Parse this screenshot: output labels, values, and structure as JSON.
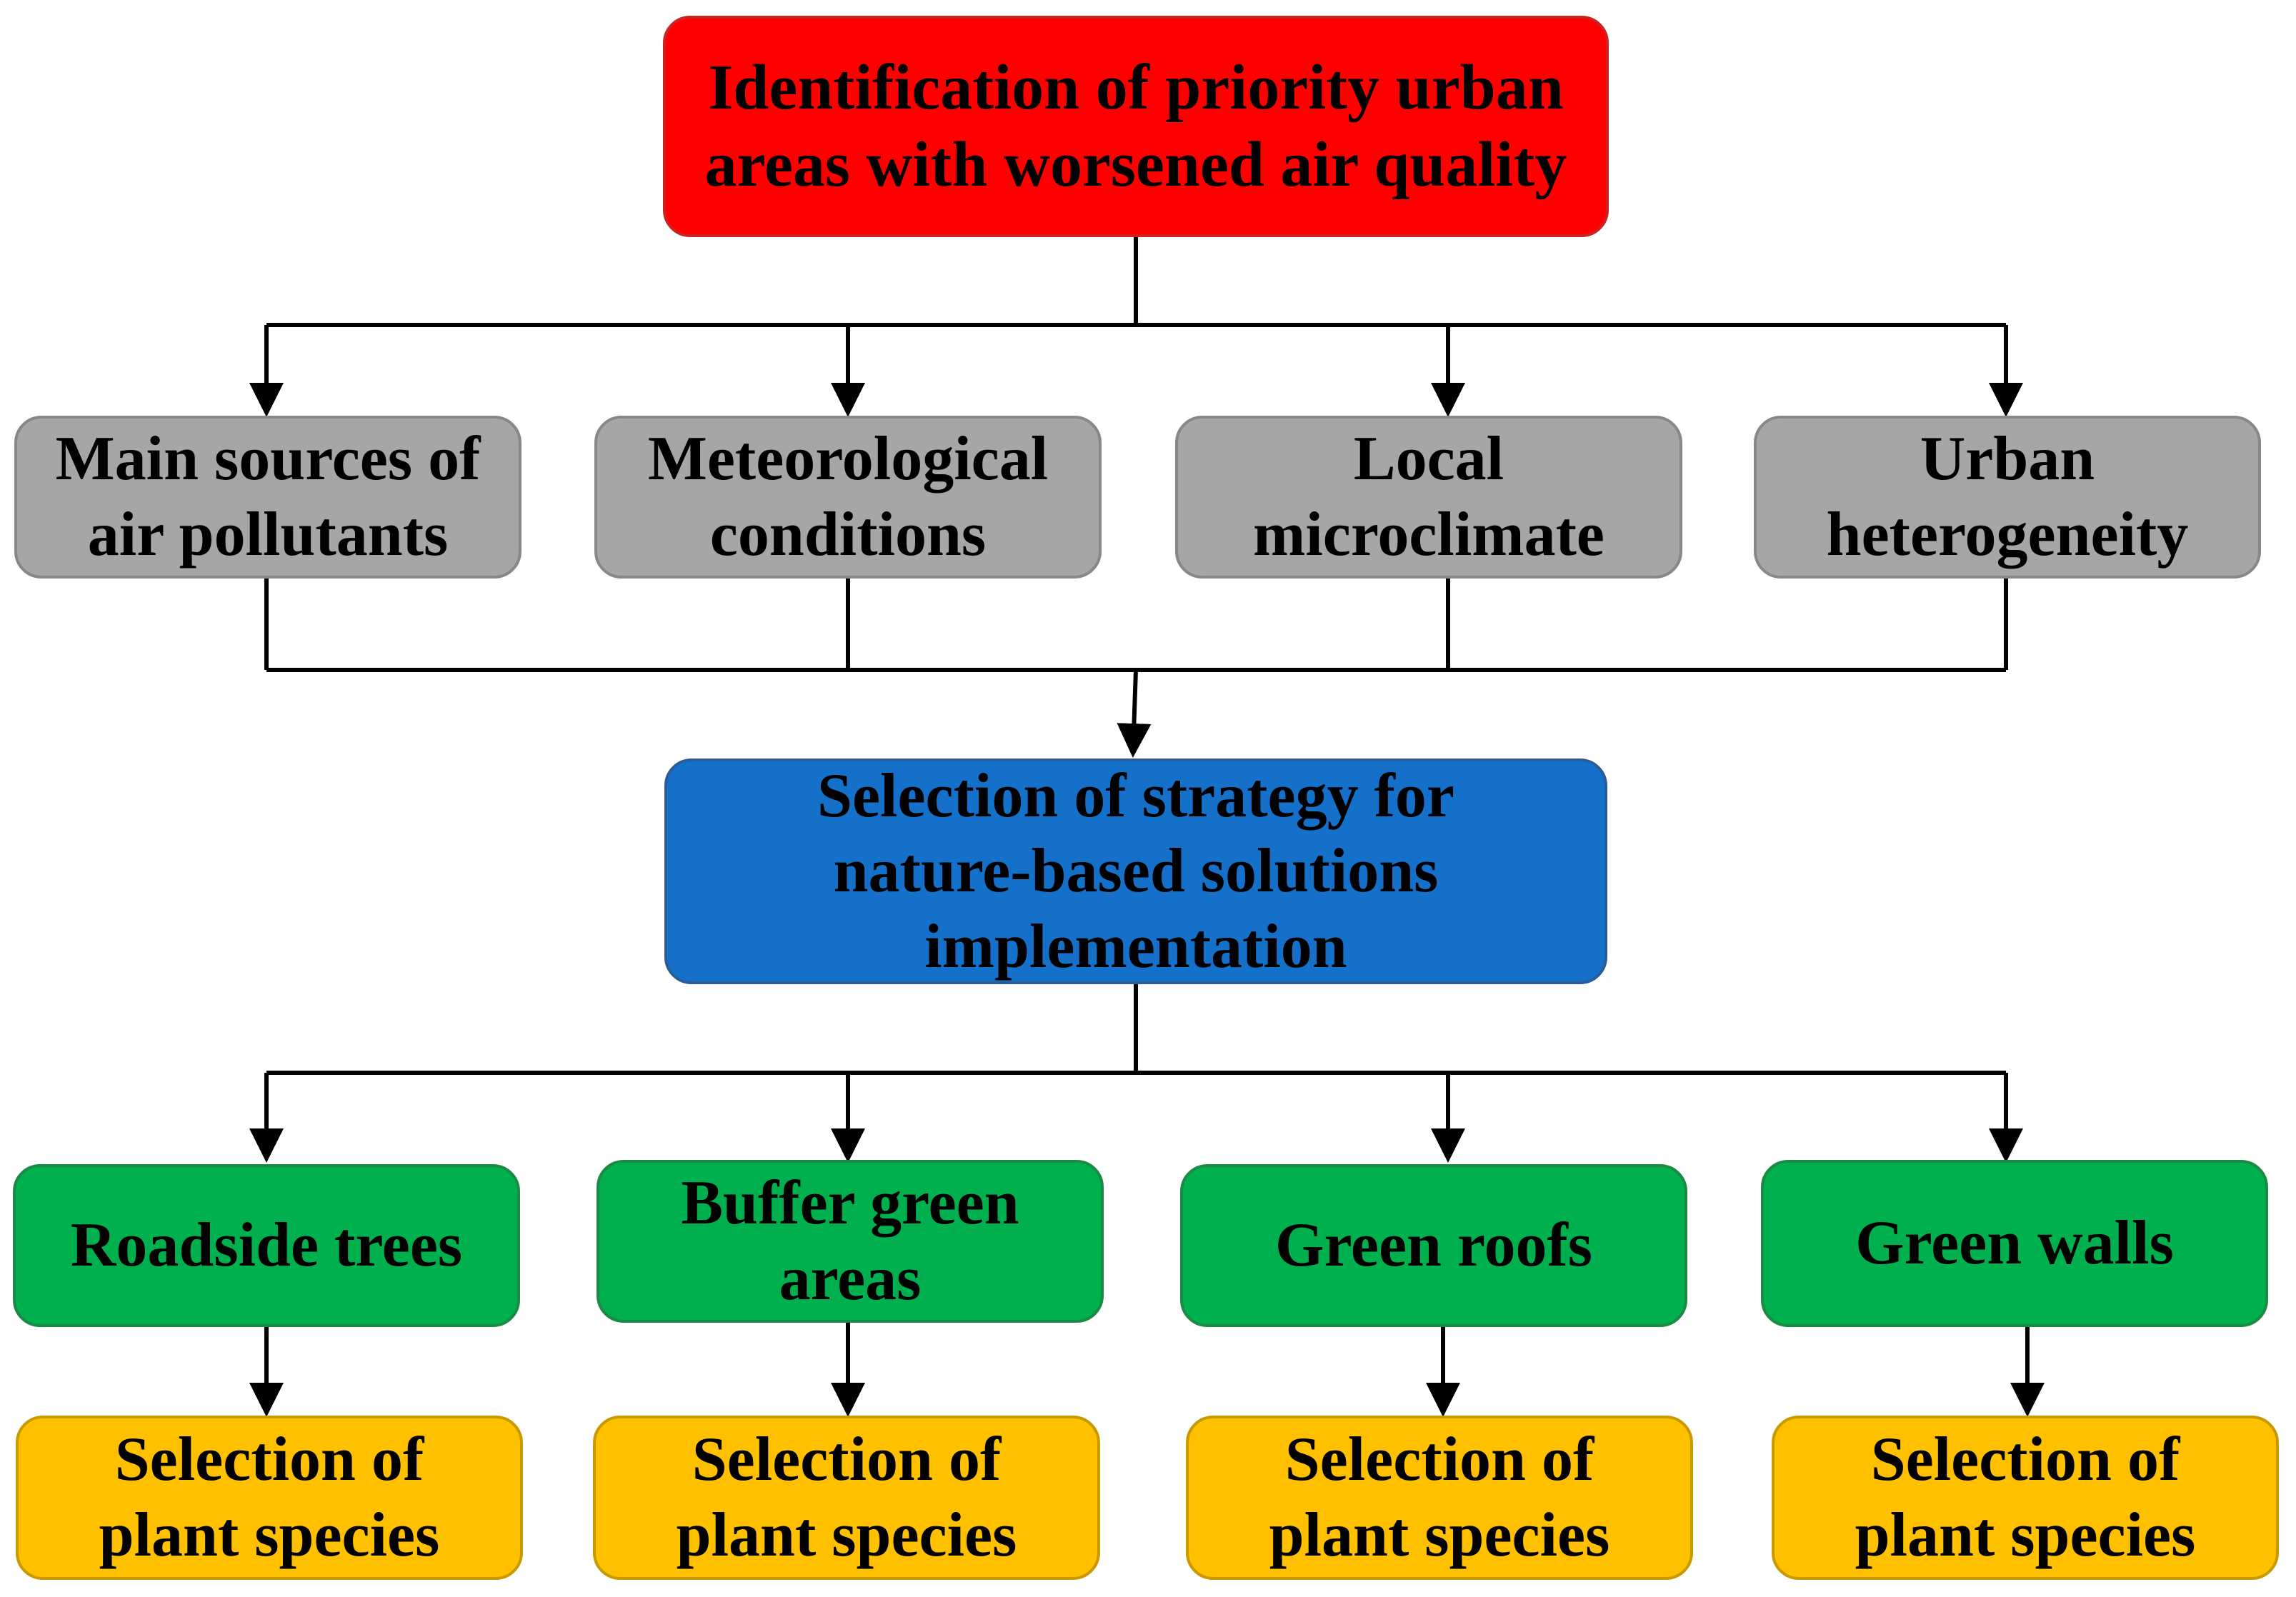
{
  "colors": {
    "top": "#ff0000",
    "factors": "#a6a6a6",
    "strategy": "#1570c9",
    "solutions": "#00b04f",
    "species": "#ffc000",
    "connector": "#000000"
  },
  "top_node": {
    "line1": "Identification of priority urban",
    "line2": "areas with worsened air quality"
  },
  "factors": [
    {
      "line1": "Main sources of",
      "line2": "air pollutants"
    },
    {
      "line1": "Meteorological",
      "line2": "conditions"
    },
    {
      "line1": "Local",
      "line2": "microclimate"
    },
    {
      "line1": "Urban",
      "line2": "heterogeneity"
    }
  ],
  "strategy_node": {
    "line1": "Selection of strategy for",
    "line2": "nature-based solutions",
    "line3": "implementation"
  },
  "solutions": [
    {
      "line1": "Roadside trees"
    },
    {
      "line1": "Buffer green",
      "line2": "areas"
    },
    {
      "line1": "Green roofs"
    },
    {
      "line1": "Green walls"
    }
  ],
  "species": [
    {
      "line1": "Selection of",
      "line2": "plant species"
    },
    {
      "line1": "Selection of",
      "line2": "plant species"
    },
    {
      "line1": "Selection of",
      "line2": "plant species"
    },
    {
      "line1": "Selection of",
      "line2": "plant species"
    }
  ]
}
